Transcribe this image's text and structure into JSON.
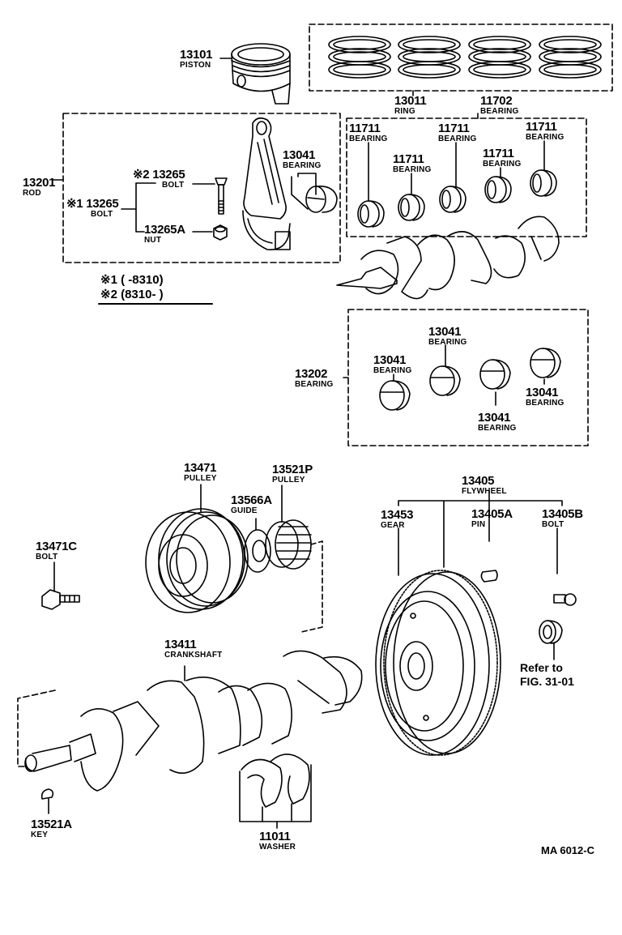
{
  "diagram": {
    "code": "MA 6012-C",
    "parts": {
      "piston": {
        "number": "13101",
        "name": "PISTON"
      },
      "ring": {
        "number": "13011",
        "name": "RING"
      },
      "main_bearing_set": {
        "number": "11702",
        "name": "BEARING"
      },
      "rod": {
        "number": "13201",
        "name": "ROD"
      },
      "rod_bolt_1": {
        "mark": "※1",
        "number": "13265",
        "name": "BOLT"
      },
      "rod_bolt_2": {
        "mark": "※2",
        "number": "13265",
        "name": "BOLT"
      },
      "rod_nut": {
        "number": "13265A",
        "name": "NUT"
      },
      "rod_bearing": {
        "number": "13041",
        "name": "BEARING"
      },
      "main_bearings": [
        {
          "number": "11711",
          "name": "BEARING"
        },
        {
          "number": "11711",
          "name": "BEARING"
        },
        {
          "number": "11711",
          "name": "BEARING"
        },
        {
          "number": "11711",
          "name": "BEARING"
        },
        {
          "number": "11711",
          "name": "BEARING"
        }
      ],
      "rod_bearing_set": {
        "number": "13202",
        "name": "BEARING"
      },
      "rod_bearings": [
        {
          "number": "13041",
          "name": "BEARING"
        },
        {
          "number": "13041",
          "name": "BEARING"
        },
        {
          "number": "13041",
          "name": "BEARING"
        },
        {
          "number": "13041",
          "name": "BEARING"
        }
      ],
      "crank_pulley": {
        "number": "13471",
        "name": "PULLEY"
      },
      "timing_pulley": {
        "number": "13521P",
        "name": "PULLEY"
      },
      "guide": {
        "number": "13566A",
        "name": "GUIDE"
      },
      "pulley_bolt": {
        "number": "13471C",
        "name": "BOLT"
      },
      "flywheel": {
        "number": "13405",
        "name": "FLYWHEEL"
      },
      "ring_gear": {
        "number": "13453",
        "name": "GEAR"
      },
      "flywheel_pin": {
        "number": "13405A",
        "name": "PIN"
      },
      "flywheel_bolt": {
        "number": "13405B",
        "name": "BOLT"
      },
      "crankshaft": {
        "number": "13411",
        "name": "CRANKSHAFT"
      },
      "key": {
        "number": "13521A",
        "name": "KEY"
      },
      "thrust_washer": {
        "number": "11011",
        "name": "WASHER"
      }
    },
    "notes": {
      "note_1": "※1 (        -8310)",
      "note_2": "※2 (8310-        )"
    },
    "reference": {
      "line1": "Refer to",
      "line2": "FIG. 31-01"
    }
  }
}
